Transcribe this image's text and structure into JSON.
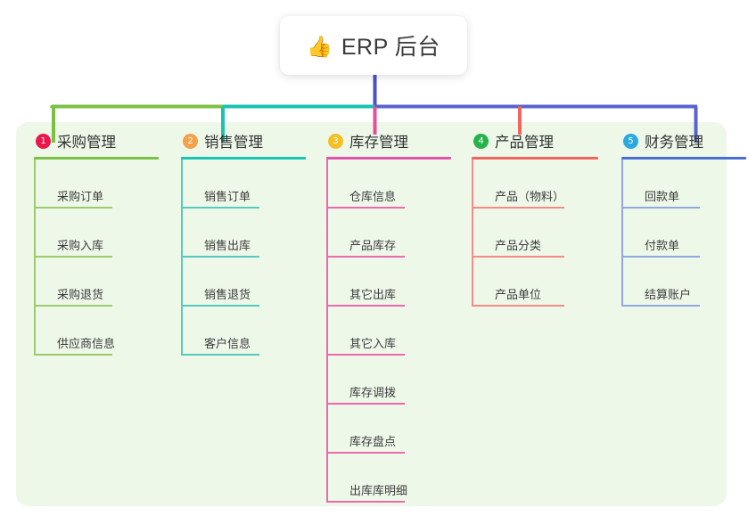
{
  "root": {
    "icon": "thumbs-up-icon",
    "emoji": "👍",
    "title": "ERP 后台"
  },
  "colors": {
    "panel_bg": "#eef8e9",
    "root_stem": "#4a52c4",
    "branch_1": "#7ac143",
    "branch_2": "#17c3b2",
    "branch_3": "#e84c9a",
    "branch_4": "#f2655e",
    "branch_5": "#6b78d6",
    "badge_1": "#e8194b",
    "badge_2": "#f5a04a",
    "badge_3": "#f5c026",
    "badge_4": "#27b34a",
    "badge_5": "#2aa9e0",
    "header_rule_1": "#7ac143",
    "header_rule_2": "#17c3b2",
    "header_rule_3": "#e555ad",
    "header_rule_4": "#f2655e",
    "header_rule_5": "#4a6fd4",
    "leaf_rule_1": "#9ccb6e",
    "leaf_rule_2": "#56c9c0",
    "leaf_rule_3": "#ec69ad",
    "leaf_rule_4": "#f58b84",
    "leaf_rule_5": "#8fa8e0"
  },
  "columns": [
    {
      "number": "1",
      "title": "采购管理",
      "items": [
        {
          "label": "采购订单"
        },
        {
          "label": "采购入库"
        },
        {
          "label": "采购退货"
        },
        {
          "label": "供应商信息"
        }
      ]
    },
    {
      "number": "2",
      "title": "销售管理",
      "items": [
        {
          "label": "销售订单"
        },
        {
          "label": "销售出库"
        },
        {
          "label": "销售退货"
        },
        {
          "label": "客户信息"
        }
      ]
    },
    {
      "number": "3",
      "title": "库存管理",
      "items": [
        {
          "label": "仓库信息"
        },
        {
          "label": "产品库存"
        },
        {
          "label": "其它出库"
        },
        {
          "label": "其它入库"
        },
        {
          "label": "库存调拨"
        },
        {
          "label": "库存盘点"
        },
        {
          "label": "出库库明细"
        }
      ]
    },
    {
      "number": "4",
      "title": "产品管理",
      "items": [
        {
          "label": "产品（物料）"
        },
        {
          "label": "产品分类"
        },
        {
          "label": "产品单位"
        }
      ]
    },
    {
      "number": "5",
      "title": "财务管理",
      "items": [
        {
          "label": "回款单"
        },
        {
          "label": "付款单"
        },
        {
          "label": "结算账户"
        }
      ]
    }
  ]
}
